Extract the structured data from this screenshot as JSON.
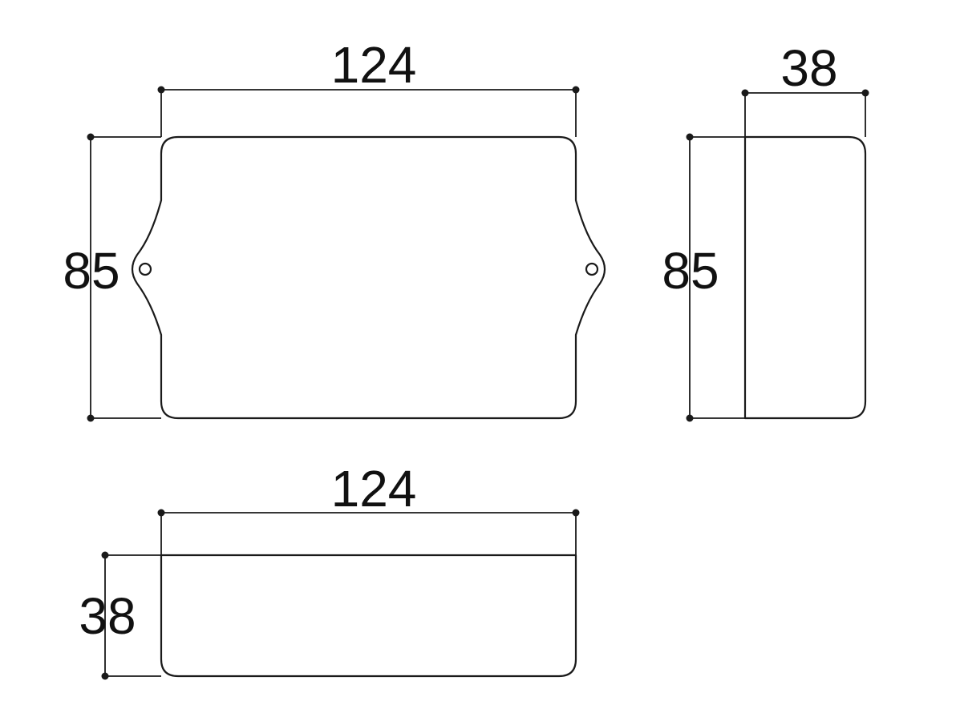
{
  "front_view": {
    "width_label": "124",
    "height_label": "85"
  },
  "side_view": {
    "depth_label": "38",
    "height_label": "85"
  },
  "bottom_view": {
    "width_label": "124",
    "depth_label": "38"
  },
  "colors": {
    "line": "#1a1a1a",
    "background": "#ffffff"
  }
}
